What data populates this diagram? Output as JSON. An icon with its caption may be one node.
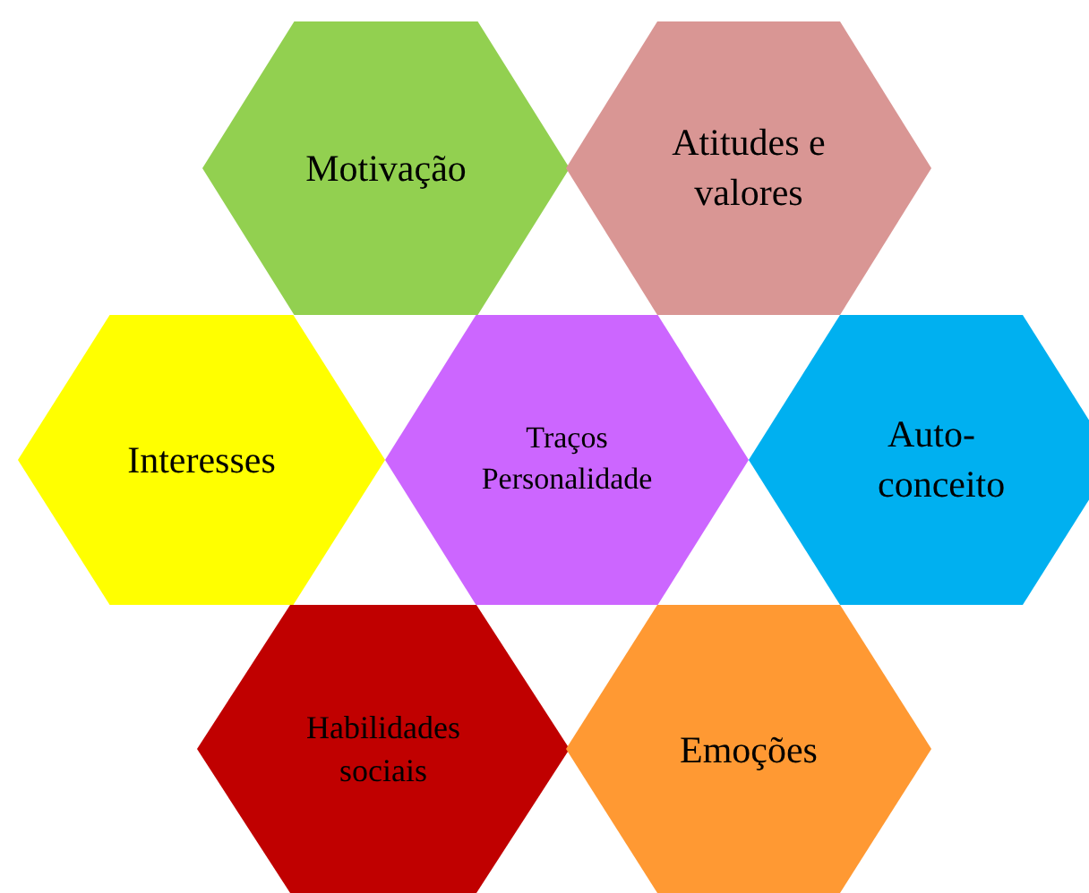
{
  "diagram": {
    "nodes": [
      {
        "text": [
          "Motivação"
        ]
      },
      {
        "text": [
          "Atitudes e valores"
        ]
      },
      {
        "text": [
          "Interesses"
        ]
      },
      {
        "text": [
          "Traços Personalidade"
        ]
      },
      {
        "text": [
          "Auto-conceito"
        ]
      },
      {
        "text": [
          "Habilidades sociais"
        ]
      },
      {
        "text": [
          "Emoções"
        ]
      }
    ]
  }
}
